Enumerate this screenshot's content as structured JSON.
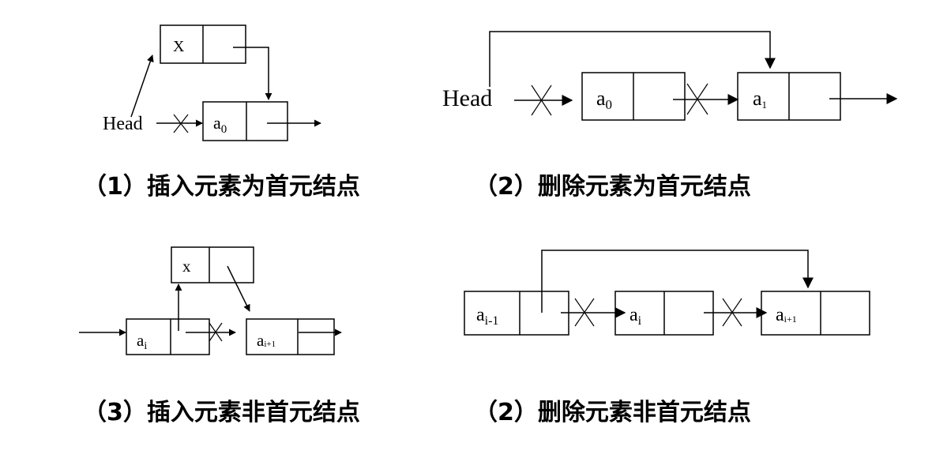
{
  "diagrams": {
    "d1": {
      "caption": "（1）插入元素为首元结点",
      "x_label": "X",
      "head_label": "Head",
      "a0": "a",
      "a0_sub": "0"
    },
    "d2": {
      "caption": "（2）删除元素为首元结点",
      "head_label": "Head",
      "a0": "a",
      "a0_sub": "0",
      "a1": "a",
      "a1_sub": "1"
    },
    "d3": {
      "caption": "（3）插入元素非首元结点",
      "x_label": "x",
      "ai": "a",
      "ai_sub": "i",
      "ai1": "a",
      "ai1_sub": "i+1"
    },
    "d4": {
      "caption": "（2）删除元素非首元结点",
      "aim1": "a",
      "aim1_sub": "i-1",
      "ai": "a",
      "ai_sub": "i",
      "ai1": "a",
      "ai1_sub": "i+1"
    }
  }
}
